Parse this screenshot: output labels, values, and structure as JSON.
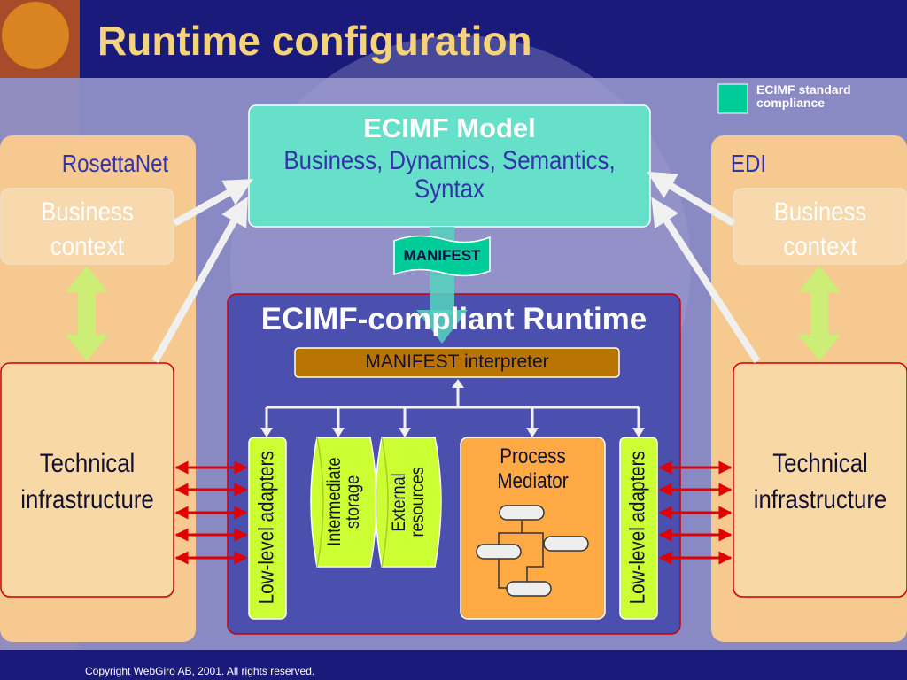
{
  "slide": {
    "title": "Runtime configuration",
    "footer": "Copyright WebGiro AB, 2001. All rights reserved."
  },
  "legend": {
    "label_line1": "ECIMF standard",
    "label_line2": "compliance",
    "color": "#00cc99"
  },
  "model_box": {
    "title": "ECIMF Model",
    "subtitle_line1": "Business, Dynamics, Semantics,",
    "subtitle_line2": "Syntax",
    "color": "#66e0c8"
  },
  "manifest_banner": "MANIFEST",
  "left_side": {
    "label": "RosettaNet",
    "business_context_line1": "Business",
    "business_context_line2": "context",
    "infra_line1": "Technical",
    "infra_line2": "infrastructure"
  },
  "right_side": {
    "label": "EDI",
    "business_context_line1": "Business",
    "business_context_line2": "context",
    "infra_line1": "Technical",
    "infra_line2": "infrastructure"
  },
  "runtime": {
    "title": "ECIMF-compliant Runtime",
    "interpreter": "MANIFEST interpreter",
    "left_adapters": "Low-level adapters",
    "right_adapters": "Low-level adapters",
    "storage_line1": "Intermediate",
    "storage_line2": "storage",
    "resources_line1": "External",
    "resources_line2": "resources",
    "mediator_line1": "Process",
    "mediator_line2": "Mediator"
  },
  "colors": {
    "background": "#1a1a7a",
    "side_panel": "#f5c990",
    "runtime_box": "#4b4fae",
    "runtime_border": "#cc0000",
    "interpreter": "#b87300",
    "adapter": "#ccff33",
    "mediator": "#ffaa44",
    "arrow_red": "#e00000",
    "arrow_green": "#ccee77",
    "title_text": "#f5d37a"
  }
}
